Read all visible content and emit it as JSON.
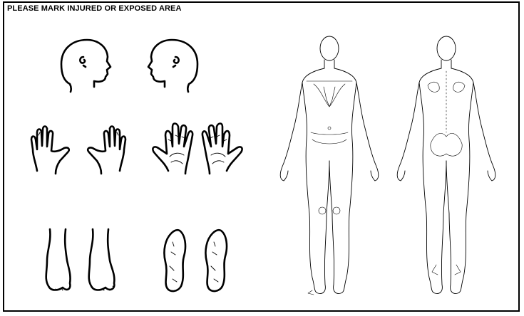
{
  "form": {
    "title": "PLEASE MARK INJURED OR EXPOSED AREA"
  },
  "figures": [
    {
      "name": "head-right-profile",
      "icon": "head-profile-right-icon"
    },
    {
      "name": "head-left-profile",
      "icon": "head-profile-left-icon"
    },
    {
      "name": "hands-dorsal",
      "icon": "hand-back-icon"
    },
    {
      "name": "hands-palmar",
      "icon": "hand-palm-icon"
    },
    {
      "name": "feet-dorsal",
      "icon": "foot-top-icon"
    },
    {
      "name": "feet-plantar",
      "icon": "foot-sole-icon"
    },
    {
      "name": "body-front",
      "icon": "body-front-icon"
    },
    {
      "name": "body-back",
      "icon": "body-back-icon"
    }
  ]
}
